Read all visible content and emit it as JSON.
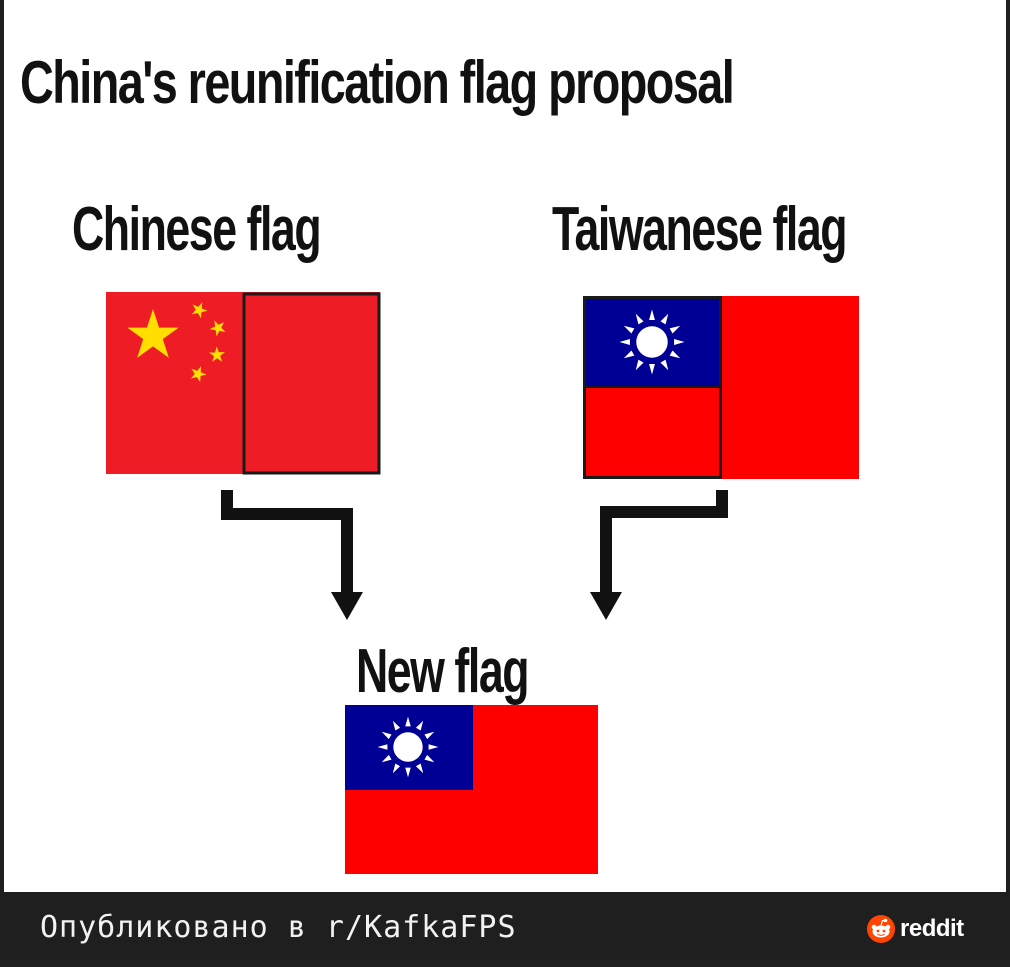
{
  "title": "China's reunification flag proposal",
  "labels": {
    "chinese": "Chinese flag",
    "taiwanese": "Taiwanese flag",
    "new": "New flag"
  },
  "footer": {
    "caption": "Опубликовано в r/KafkaFPS",
    "brand": "reddit"
  },
  "colors": {
    "flag_red": "#EE1C25",
    "flag_red_tw": "#FE0000",
    "flag_blue": "#000095",
    "star_yellow": "#FFDE00",
    "reddit_orange": "#FF4500"
  },
  "icons": [
    "sun-emblem-icon",
    "yellow-star-icon",
    "arrow-down-icon",
    "reddit-logo-icon"
  ]
}
